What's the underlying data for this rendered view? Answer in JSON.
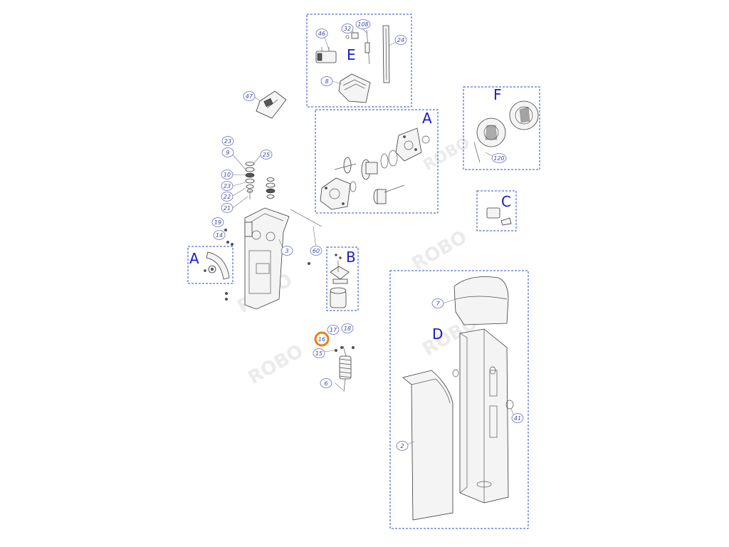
{
  "groups": {
    "A_right": "A",
    "A_left": "A",
    "B": "B",
    "C": "C",
    "D": "D",
    "E": "E",
    "F": "F"
  },
  "callouts": {
    "c2": "2",
    "c3": "3",
    "c6": "6",
    "c7": "7",
    "c8": "8",
    "c9": "9",
    "c10": "10",
    "c14": "14",
    "c15": "15",
    "c16": "16",
    "c17": "17",
    "c18": "18",
    "c19": "19",
    "c21": "21",
    "c22": "22",
    "c23a": "23",
    "c23b": "23",
    "c24": "24",
    "c25": "25",
    "c32": "32",
    "c41": "41",
    "c46": "46",
    "c47": "47",
    "c60": "60",
    "c108": "108",
    "c120": "120"
  },
  "highlight": {
    "part": "16",
    "color": "#e8801a"
  },
  "colors": {
    "box": "#2b4bd0",
    "group_letter": "#1a1ac8",
    "callout": "#3b4aa5"
  }
}
